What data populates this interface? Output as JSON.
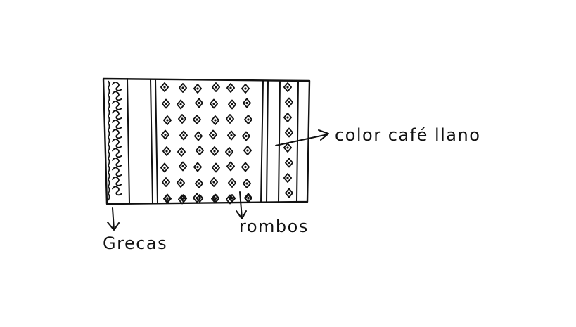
{
  "labels": {
    "grecas": "Grecas",
    "rombos": "rombos",
    "color_cafe": "color café llano"
  },
  "colors": {
    "ink": "#111111",
    "paper": "#ffffff"
  }
}
